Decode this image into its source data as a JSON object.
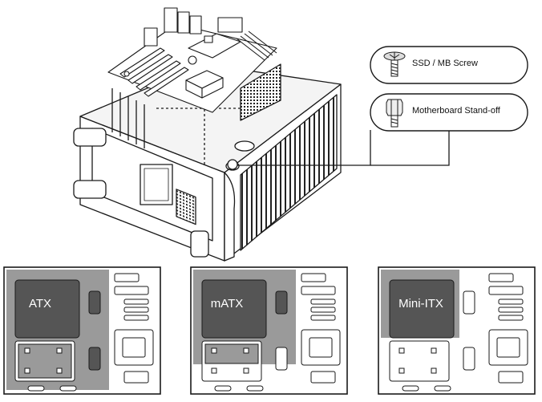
{
  "callouts": {
    "screw_label": "SSD / MB Screw",
    "standoff_label": "Motherboard Stand-off"
  },
  "trays": {
    "atx_label": "ATX",
    "matx_label": "mATX",
    "miniitx_label": "Mini-ITX"
  },
  "colors": {
    "line": "#1a1a1a",
    "highlight": "#9a9a9a",
    "dark_fill": "#555555",
    "background": "#ffffff"
  },
  "icons": [
    "screw-icon",
    "standoff-icon",
    "case-illustration",
    "motherboard-illustration"
  ]
}
